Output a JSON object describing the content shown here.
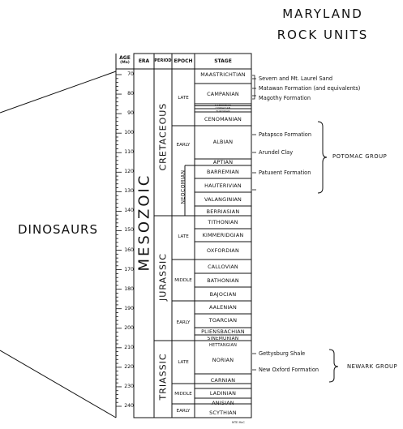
{
  "title": {
    "line1": "MARYLAND",
    "line2": "ROCK UNITS"
  },
  "side_label": "DINOSAURS",
  "headers": {
    "age": "AGE",
    "age_unit": "(Ma)",
    "era": "ERA",
    "period": "PERIOD",
    "epoch": "EPOCH",
    "stage": "STAGE"
  },
  "era": "MESOZOIC",
  "periods": [
    "CRETACEOUS",
    "JURASSIC",
    "TRIASSIC"
  ],
  "epochs": {
    "cret_late": "LATE",
    "cret_early": "EARLY",
    "neocomian": "NEOCOMIAN",
    "jur_late": "LATE",
    "jur_middle": "MIDDLE",
    "jur_early": "EARLY",
    "tri_late": "LATE",
    "tri_middle": "MIDDLE",
    "tri_early": "EARLY"
  },
  "age_ticks": [
    "70",
    "80",
    "90",
    "100",
    "110",
    "120",
    "130",
    "140",
    "150",
    "160",
    "170",
    "180",
    "190",
    "200",
    "210",
    "220",
    "230",
    "240"
  ],
  "stages": [
    "MAASTRICHTIAN",
    "CAMPANIAN",
    "SANTONIAN",
    "CONIACIAN",
    "TURONIAN",
    "CENOMANIAN",
    "ALBIAN",
    "APTIAN",
    "BARREMIAN",
    "HAUTERIVIAN",
    "VALANGINIAN",
    "BERRIASIAN",
    "TITHONIAN",
    "KIMMERIDGIAN",
    "OXFORDIAN",
    "CALLOVIAN",
    "BATHONIAN",
    "BAJOCIAN",
    "AALENIAN",
    "TOARCIAN",
    "PLIENSBACHIAN",
    "SINEMURIAN",
    "HETTANGIAN",
    "NORIAN",
    "CARNIAN",
    "LADINIAN",
    "ANISIAN",
    "SCYTHIAN"
  ],
  "units": {
    "u1": "Severn and Mt. Laurel Sand",
    "u2": "Matawan Formation (and equivalents)",
    "u3": "Magothy Formation",
    "u4": "Patapsco Formation",
    "u5": "Arundel Clay",
    "u6": "Patuxent Formation",
    "u7": "Gettysburg Shale",
    "u8": "New Oxford Formation"
  },
  "groups": {
    "potomac": "POTOMAC GROUP",
    "newark": "NEWARK GROUP"
  },
  "credit": "MTE  McC"
}
